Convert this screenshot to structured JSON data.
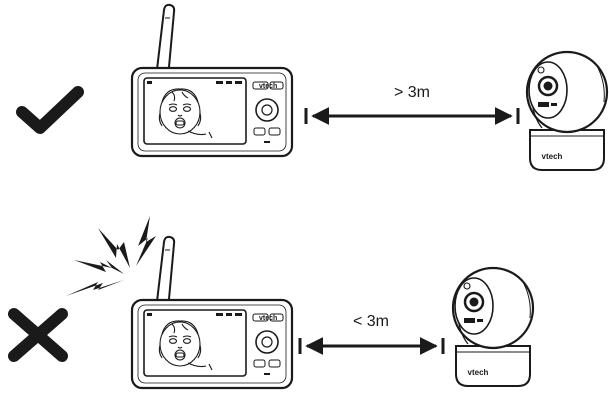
{
  "rows": [
    {
      "status": "correct",
      "status_icon": "checkmark-icon",
      "distance_label": "> 3m",
      "brand_monitor": "vtech",
      "brand_camera": "vtech"
    },
    {
      "status": "incorrect",
      "status_icon": "cross-icon",
      "interference_icon": "lightning-bolt-icon",
      "distance_label": "< 3m",
      "brand_monitor": "vtech",
      "brand_camera": "vtech"
    }
  ]
}
